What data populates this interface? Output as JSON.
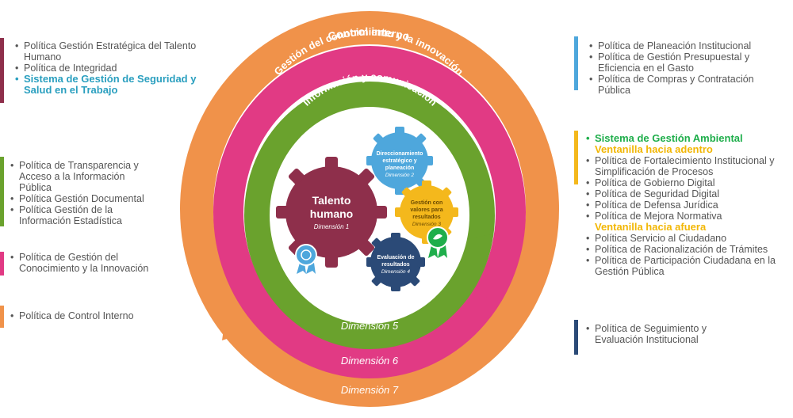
{
  "diagram": {
    "ring7_title": "Control interno",
    "ring7_dimension": "Dimensión 7",
    "ring6_title": "Gestión del conocimiento y la innovación",
    "ring6_dimension": "Dimensión 6",
    "ring5_title": "Información y comunicación",
    "ring5_dimension": "Dimensión 5",
    "gear1_title_line1": "Talento",
    "gear1_title_line2": "humano",
    "gear1_dimension": "Dimensión 1",
    "gear2_line1": "Direccionamiento",
    "gear2_line2": "estratégico y",
    "gear2_line3": "planeación",
    "gear2_dimension": "Dimensión 2",
    "gear3_line1": "Gestión con",
    "gear3_line2": "valores para",
    "gear3_line3": "resultados",
    "gear3_dimension": "Dimensión 3",
    "gear4_line1": "Evaluación de",
    "gear4_line2": "resultados",
    "gear4_dimension": "Dimensión 4",
    "colors": {
      "orange": "#f0924a",
      "pink": "#e13a84",
      "green": "#6aa22d",
      "maroon": "#8e2f4b",
      "light_blue": "#4ea7dc",
      "yellow": "#f4b81c",
      "navy": "#2b4a77"
    }
  },
  "left_groups": {
    "talento": {
      "items": [
        "Política Gestión Estratégica del Talento Humano",
        "Política de Integridad",
        "Sistema de Gestión de Seguridad y Salud en el Trabajo"
      ]
    },
    "informacion": {
      "items": [
        "Política de Transparencia y Acceso a la Información Pública",
        " Política Gestión Documental",
        " Política Gestión de la Información Estadística"
      ]
    },
    "conocimiento": {
      "items": [
        "Política de Gestión del Conocimiento y la Innovación"
      ]
    },
    "control": {
      "items": [
        " Política de Control Interno"
      ]
    }
  },
  "right_groups": {
    "planeacion": {
      "items": [
        "Política de Planeación Institucional",
        "Política de Gestión Presupuestal y Eficiencia en el Gasto",
        "Política de Compras y Contratación Pública"
      ]
    },
    "valores": {
      "ambiental": " Sistema de Gestión Ambiental",
      "adentro_heading": "Ventanilla hacia adentro",
      "adentro_items": [
        "Política de Fortalecimiento Institucional y  Simplificación de Procesos",
        " Política de Gobierno Digital",
        " Política de Seguridad Digital",
        " Política de Defensa Jurídica",
        " Política de Mejora Normativa"
      ],
      "afuera_heading": "Ventanilla hacia afuera",
      "afuera_items": [
        " Política Servicio al Ciudadano",
        " Política de Racionalización de Trámites",
        "Política de Participación Ciudadana en la Gestión Pública"
      ]
    },
    "evaluacion": {
      "items": [
        "Política de Seguimiento y Evaluación Institucional"
      ]
    }
  }
}
